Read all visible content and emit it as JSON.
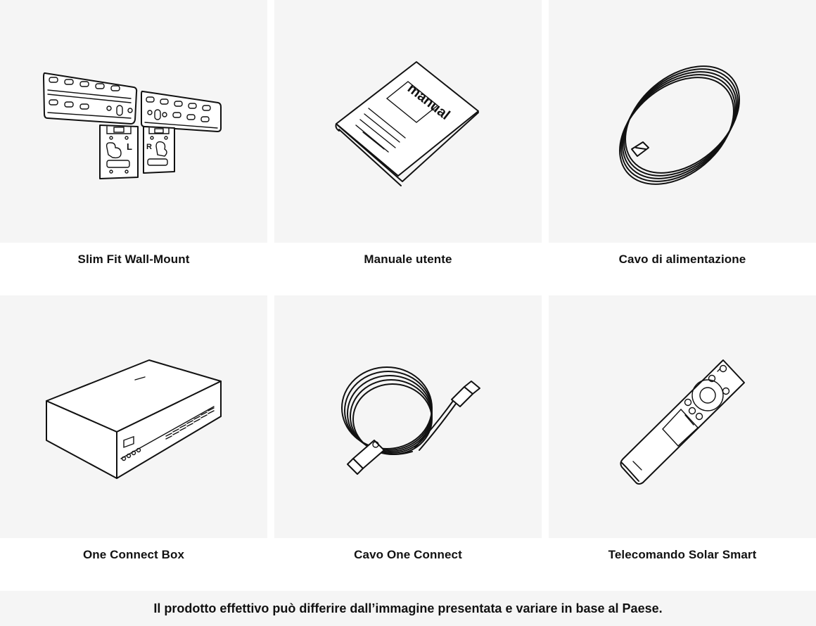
{
  "items": [
    {
      "label": "Slim Fit Wall-Mount",
      "icon": "wall-mount-icon"
    },
    {
      "label": "Manuale utente",
      "icon": "manual-icon",
      "illustration_text": "manual"
    },
    {
      "label": "Cavo di alimentazione",
      "icon": "power-cable-icon"
    },
    {
      "label": "One Connect Box",
      "icon": "one-connect-box-icon"
    },
    {
      "label": "Cavo One Connect",
      "icon": "one-connect-cable-icon"
    },
    {
      "label": "Telecomando Solar Smart",
      "icon": "remote-control-icon"
    }
  ],
  "mount_labels": {
    "left": "L",
    "right": "R"
  },
  "disclaimer": "Il prodotto effettivo può differire dall’immagine presentata e variare in base al Paese.",
  "colors": {
    "tile_bg": "#f5f5f5",
    "text": "#111111",
    "background": "#ffffff"
  }
}
